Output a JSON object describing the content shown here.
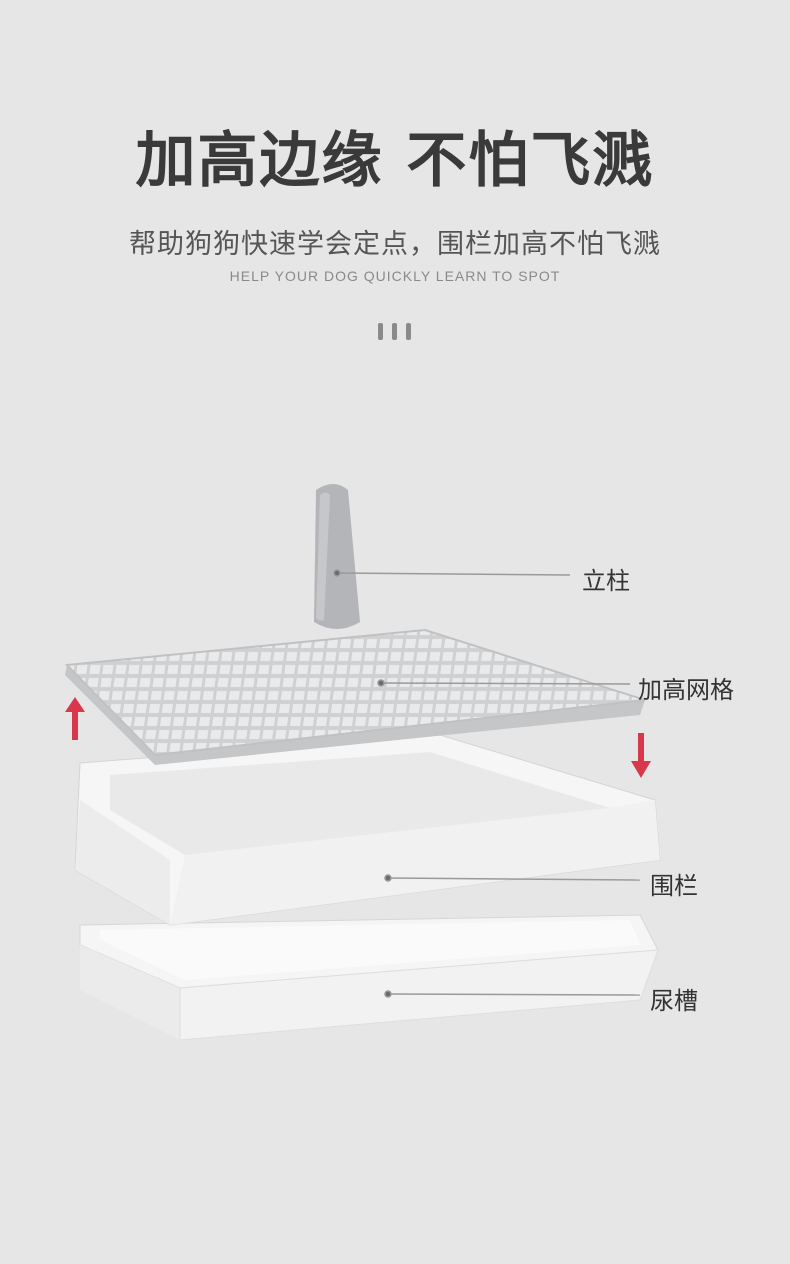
{
  "header": {
    "title": "加高边缘 不怕飞溅",
    "subtitle": "帮助狗狗快速学会定点，围栏加高不怕飞溅",
    "subtitle_en": "HELP YOUR DOG QUICKLY LEARN TO SPOT"
  },
  "parts": {
    "post": "立柱",
    "grid": "加高网格",
    "fence": "围栏",
    "tray": "尿槽"
  },
  "colors": {
    "background": "#e6e6e6",
    "arrow": "#d9374b",
    "part_gray": "#b9bbbe",
    "part_white": "#f7f7f7"
  }
}
